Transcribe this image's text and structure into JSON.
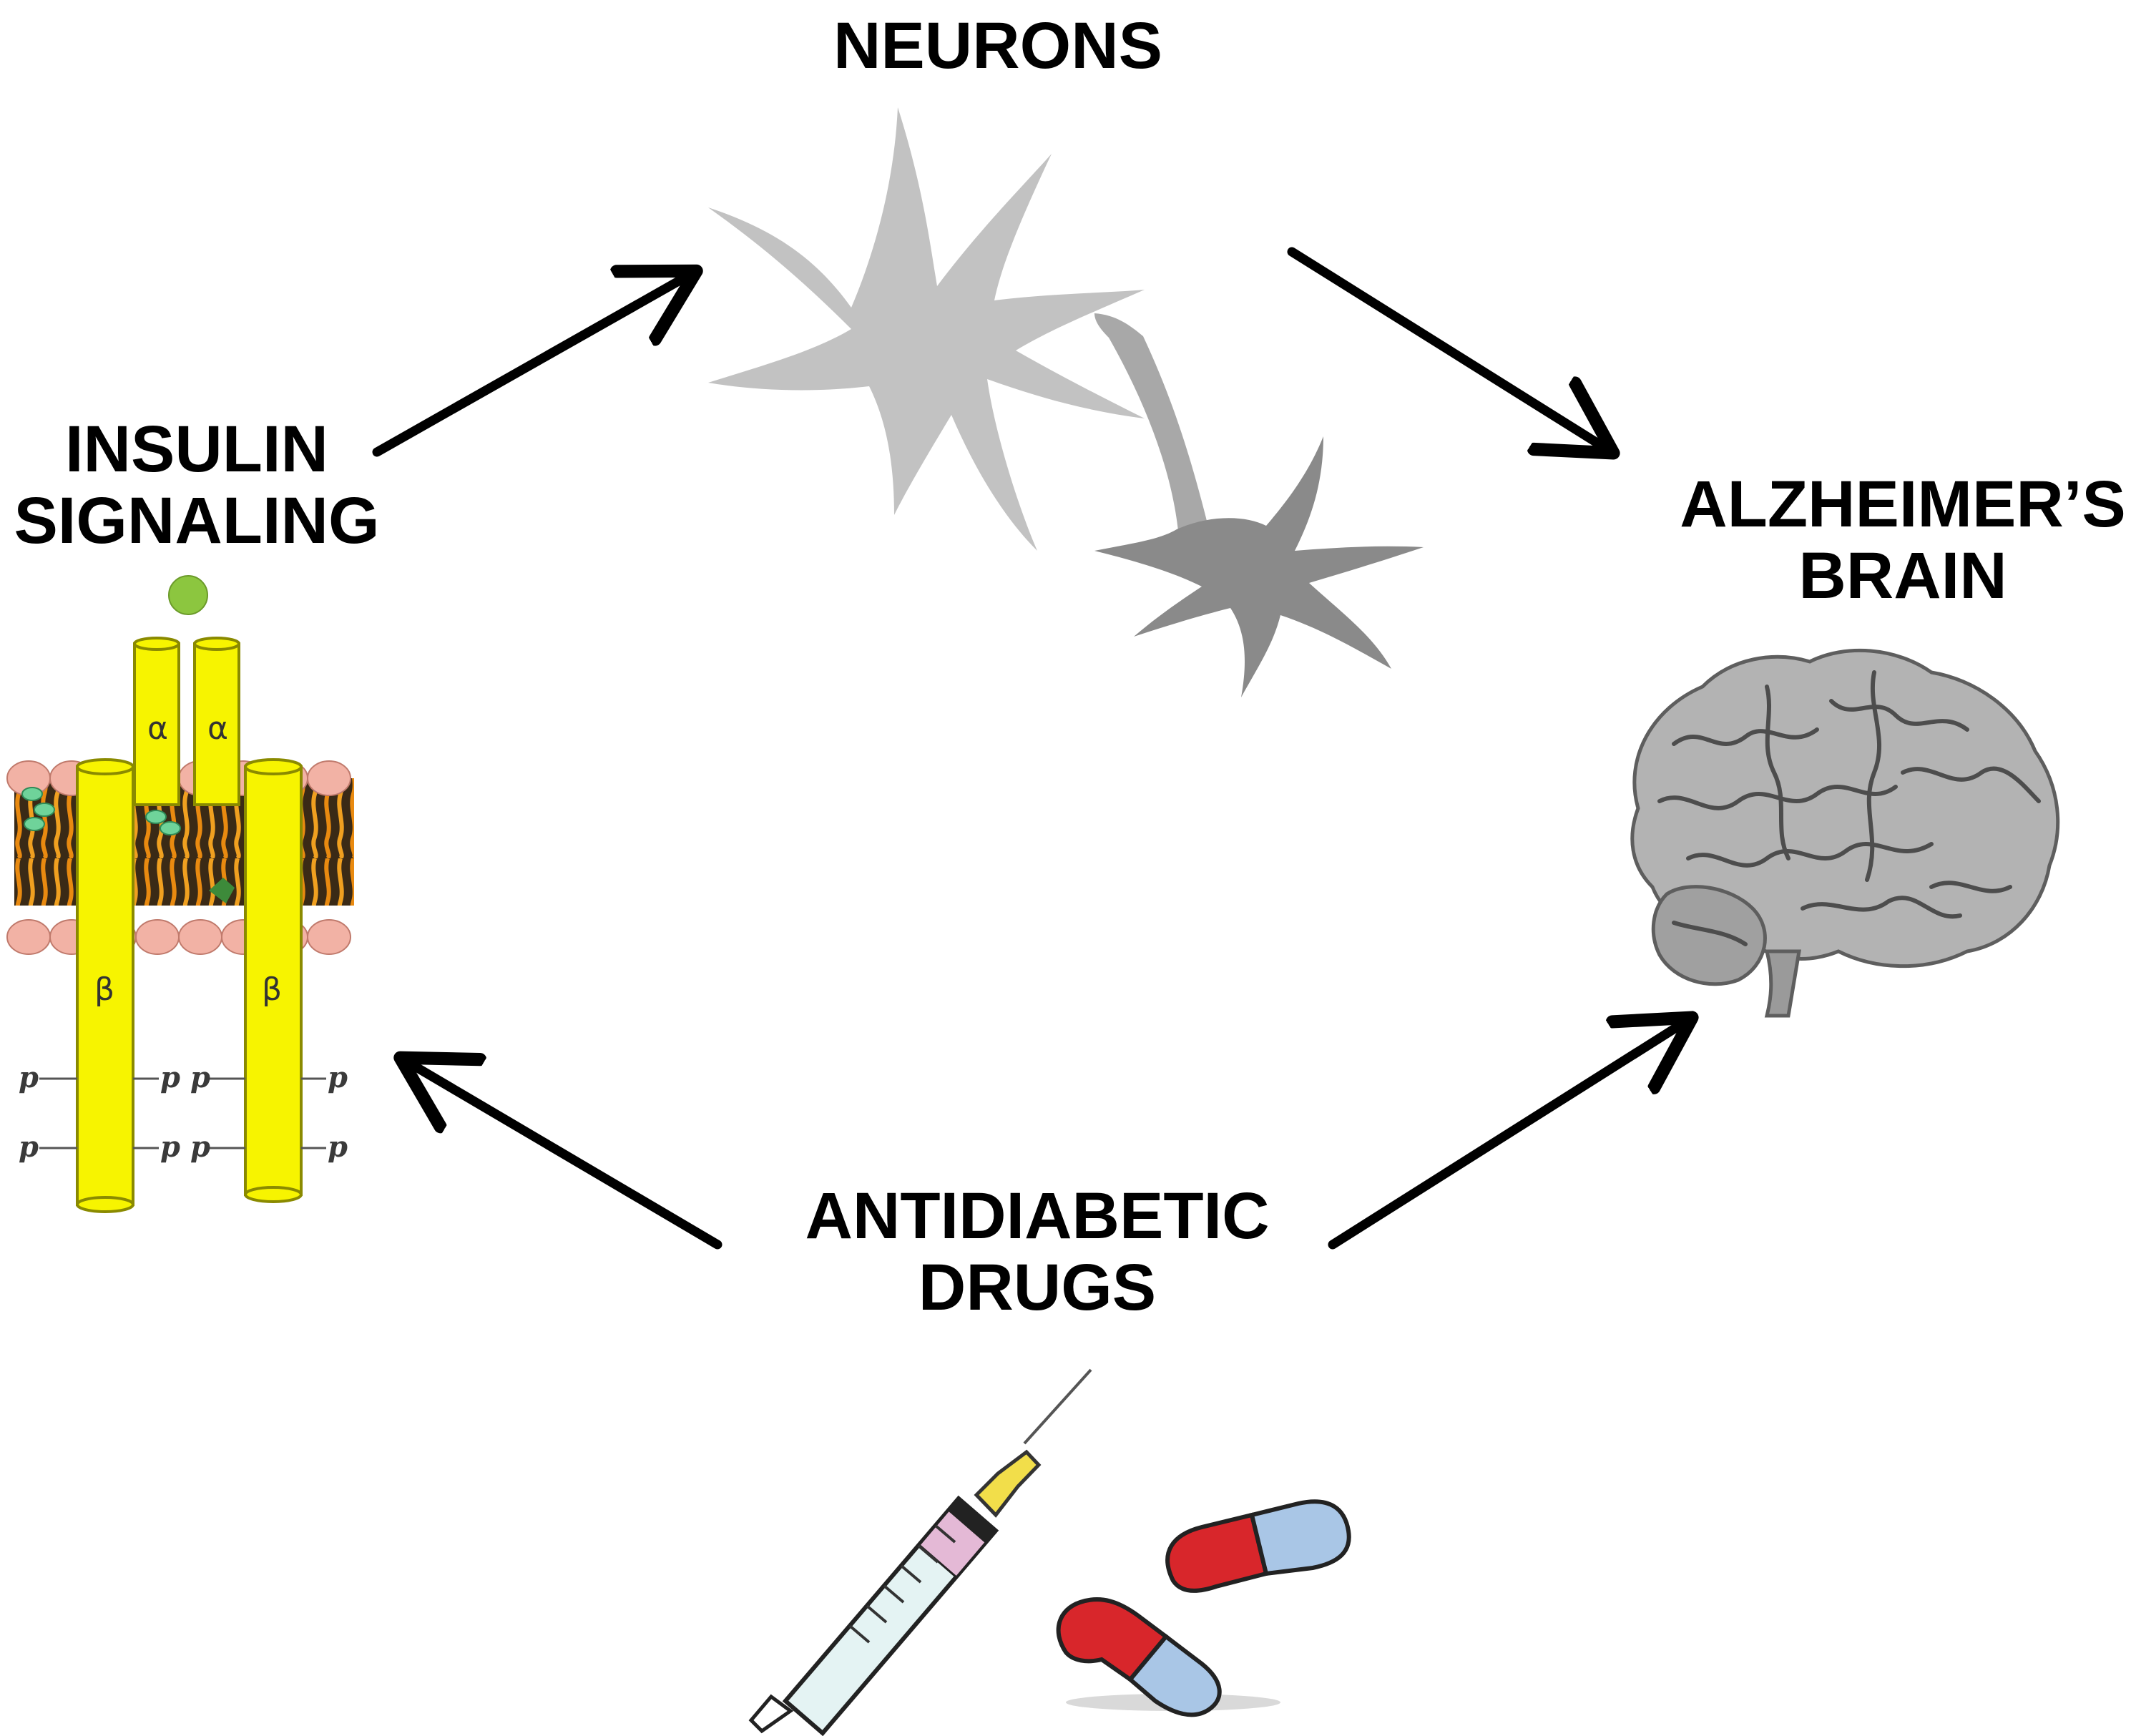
{
  "labels": {
    "neurons": "NEURONS",
    "insulin_line1": "INSULIN",
    "insulin_line2": "SIGNALING",
    "alz_line1": "ALZHEIMER’S",
    "alz_line2": "BRAIN",
    "drugs_line1": "ANTIDIABETIC",
    "drugs_line2": "DRUGS"
  },
  "receptor": {
    "alpha": "α",
    "beta": "β",
    "phospho": "p"
  },
  "colors": {
    "text": "#000000",
    "arrow": "#000000",
    "neuron_light": "#c2c2c2",
    "neuron_dark": "#8a8a8a",
    "receptor_yellow": "#f7f400",
    "membrane_head": "#f2b2a5",
    "lipid_tail": "#e8901a",
    "ligand": "#8cc63f",
    "pill_red": "#d8262b",
    "pill_blue": "#a9c6e6",
    "brain_gray": "#a7a7a7"
  },
  "icons": [
    "neuron-icon",
    "insulin-receptor-icon",
    "brain-icon",
    "syringe-icon",
    "pill-icon"
  ]
}
